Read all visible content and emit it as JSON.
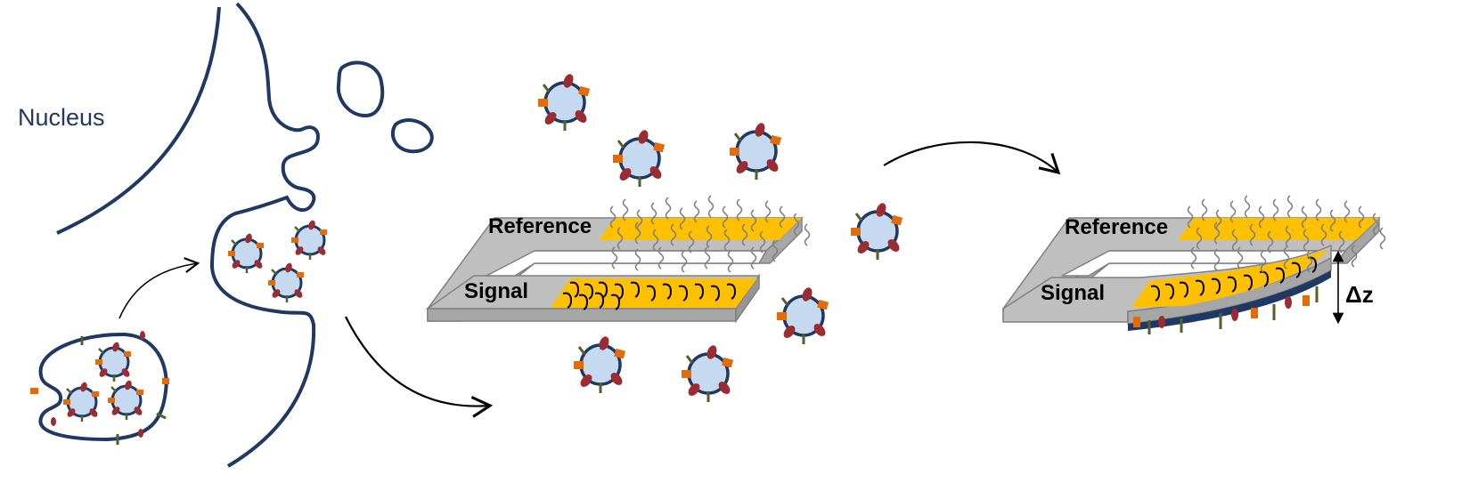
{
  "labels": {
    "nucleus": "Nucleus",
    "reference_left": "Reference",
    "signal_left": "Signal",
    "reference_right": "Reference",
    "signal_right": "Signal",
    "delta_z": "Δz"
  },
  "colors": {
    "membrane": "#1f3864",
    "vesicle_fill": "#c5d9f1",
    "protein_red": "#9b2d30",
    "protein_orange": "#e36c09",
    "protein_green": "#4f6228",
    "gold": "#ffc000",
    "cantilever_gray": "#bfbfbf",
    "arrow": "#000000"
  }
}
